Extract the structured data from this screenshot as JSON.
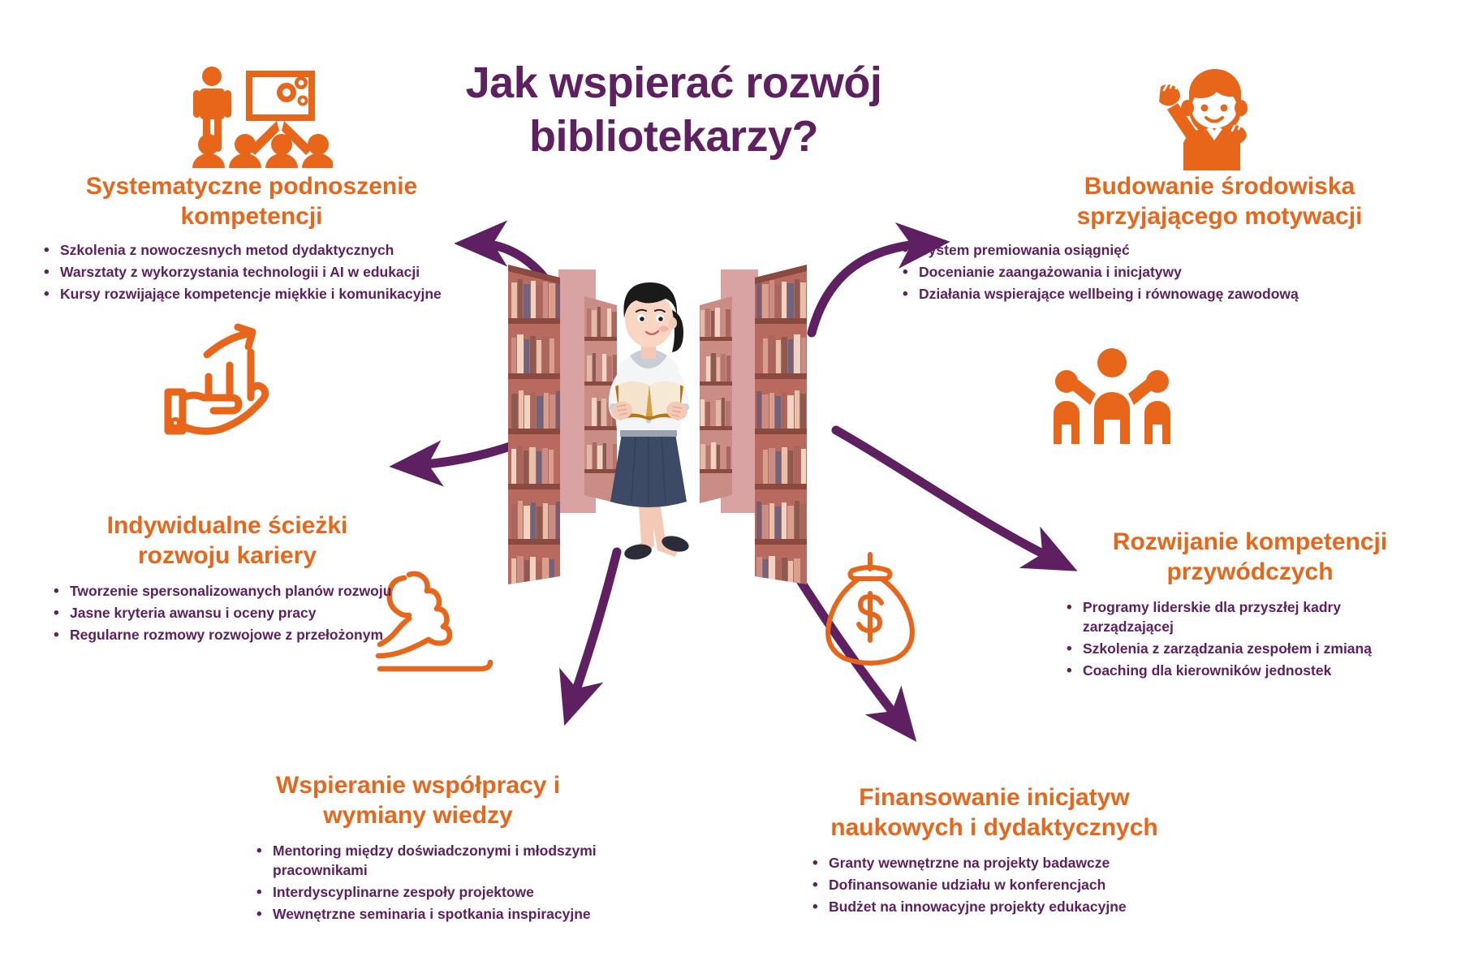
{
  "title": {
    "line1": "Jak wspierać rozwój",
    "line2": "bibliotekarzy?"
  },
  "colors": {
    "purple": "#5e2060",
    "orange": "#e8661a",
    "background": "#ffffff"
  },
  "sections": [
    {
      "id": "systematyczne-podnoszenie-kompetencji",
      "icon": "presentation-training-icon",
      "heading_line1": "Systematyczne podnoszenie",
      "heading_line2": "kompetencji",
      "bullets": [
        "Szkolenia z nowoczesnych metod dydaktycznych",
        "Warsztaty z wykorzystania technologii i AI w edukacji",
        "Kursy rozwijające kompetencje miękkie i komunikacyjne"
      ]
    },
    {
      "id": "budowanie-srodowiska-sprzyjajacego-motywacji",
      "icon": "cheering-person-icon",
      "heading_line1": "Budowanie środowiska",
      "heading_line2": "sprzyjającego motywacji",
      "bullets": [
        "System premiowania osiągnięć",
        "Docenianie zaangażowania i inicjatywy",
        "Działania wspierające wellbeing i równowagę zawodową"
      ]
    },
    {
      "id": "indywidualne-sciezki-rozwoju-kariery",
      "icon": "growth-chart-hand-icon",
      "heading_line1": "Indywidualne ścieżki",
      "heading_line2": "rozwoju kariery",
      "bullets": [
        "Tworzenie spersonalizowanych planów rozwoju",
        "Jasne kryteria awansu i oceny pracy",
        "Regularne rozmowy rozwojowe z przełożonym"
      ]
    },
    {
      "id": "rozwijanie-kompetencji-przywodczych",
      "icon": "leadership-team-icon",
      "heading_line1": "Rozwijanie kompetencji",
      "heading_line2": "przywódczych",
      "bullets": [
        "Programy liderskie dla przyszłej kadry zarządzającej",
        "Szkolenia z zarządzania zespołem i zmianą",
        "Coaching dla kierowników jednostek"
      ]
    },
    {
      "id": "wspieranie-wspolpracy-i-wymiany-wiedzy",
      "icon": "handshake-icon",
      "heading_line1": "Wspieranie współpracy i",
      "heading_line2": "wymiany wiedzy",
      "bullets": [
        "Mentoring między doświadczonymi i młodszymi pracownikami",
        "Interdyscyplinarne zespoły projektowe",
        "Wewnętrzne seminaria i spotkania inspiracyjne"
      ]
    },
    {
      "id": "finansowanie-inicjatyw-naukowych-i-dydaktycznych",
      "icon": "money-bag-icon",
      "heading_line1": "Finansowanie inicjatyw",
      "heading_line2": "naukowych i dydaktycznych",
      "bullets": [
        "Granty wewnętrzne na projekty badawcze",
        "Dofinansowanie udziału w konferencjach",
        "Budżet na innowacyjne projekty edukacyjne"
      ]
    }
  ],
  "illustration": {
    "name": "librarian-reading-between-bookshelves"
  }
}
